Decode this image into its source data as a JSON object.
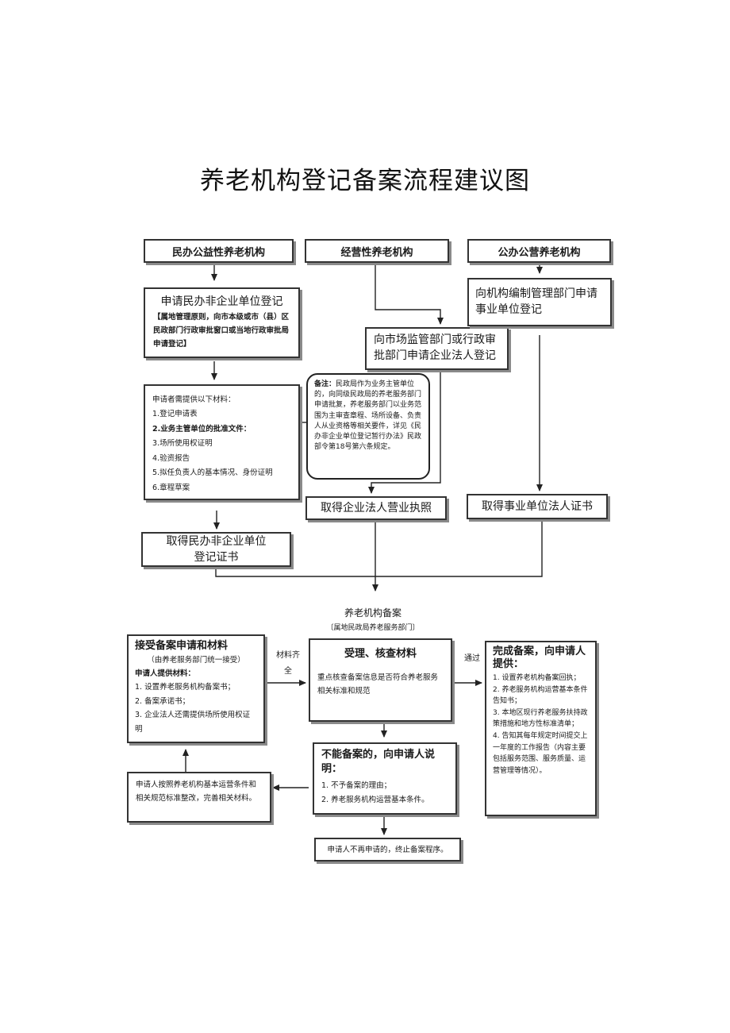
{
  "title": "养老机构登记备案流程建议图",
  "top_headers": {
    "left": "民办公益性养老机构",
    "middle": "经营性养老机构",
    "right": "公办公营养老机构"
  },
  "left_col": {
    "apply_title": "申请民办非企业单位登记",
    "apply_detail": "【属地管理原则，向市本级或市（县）区民政部门行政审批窗口或当地行政审批局申请登记】",
    "materials_title": "申请者需提供以下材料：",
    "materials": [
      "1.登记申请表",
      "2.业务主管单位的批准文件：",
      "3.场所使用权证明",
      "4.验资报告",
      "5.拟任负责人的基本情况、身份证明",
      "6.章程草案"
    ],
    "result": "取得民办非企业单位登记证书"
  },
  "middle_col": {
    "apply": "向市场监管部门或行政审批部门申请企业法人登记",
    "note_label": "备注：",
    "note_text": "民政局作为业务主管单位的，向同级民政局的养老服务部门申请批复，养老服务部门以业务范围为主审查章程、场所设备、负责人从业资格等相关要件，详见《民办非企业单位登记暂行办法》民政部令第18号第六条规定。",
    "result": "取得企业法人营业执照"
  },
  "right_col": {
    "apply": "向机构编制管理部门申请事业单位登记",
    "result": "取得事业单位法人证书"
  },
  "filing": {
    "title": "养老机构备案",
    "subtitle": "〔属地民政局养老服务部门〕"
  },
  "accept_box": {
    "title": "接受备案申请和材料",
    "subtitle": "（由养老服务部门统一接受）",
    "intro": "申请人提供材料：",
    "items": [
      "1.  设置养老服务机构备案书；",
      "2.  备案承诺书；",
      "3.  企业法人还需提供场所使用权证明"
    ]
  },
  "arrow_labels": {
    "materials_complete": "材料齐全",
    "pass": "通过"
  },
  "review_box": {
    "title": "受理、核查材料",
    "text": "重点核查备案信息是否符合养老服务相关标准和规范"
  },
  "complete_box": {
    "title": "完成备案，向申请人提供：",
    "items": [
      "1.  设置养老机构备案回执；",
      "2.  养老服务机构运营基本条件告知书；",
      "3.  本地区现行养老服务扶持政策措施和地方性标准清单；",
      "4.  告知其每年规定时间提交上一年度的工作报告（内容主要包括服务范围、服务质量、运营管理等情况）。"
    ]
  },
  "reject_box": {
    "title": "不能备案的，向申请人说明：",
    "items": [
      "1.  不予备案的理由；",
      "2.  养老服务机构运营基本条件。"
    ]
  },
  "rectify_box": {
    "text": "申请人按照养老机构基本运营条件和相关规范标准整改，完善相关材料。"
  },
  "terminate_box": {
    "text": "申请人不再申请的，终止备案程序。"
  }
}
